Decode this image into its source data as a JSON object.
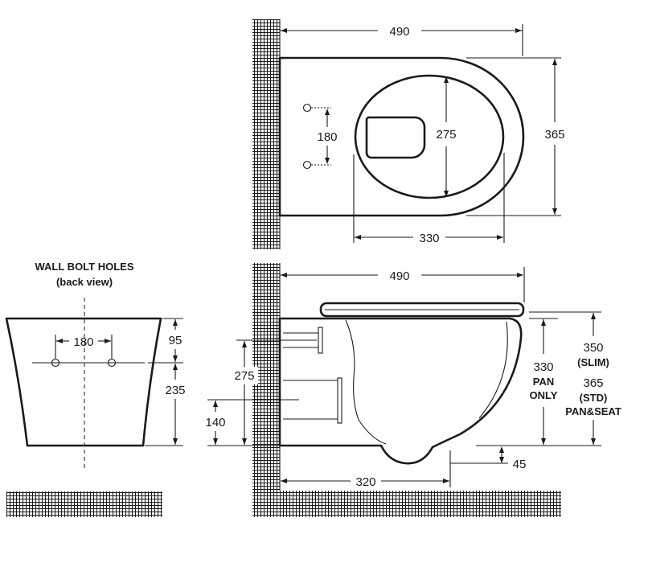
{
  "colors": {
    "line": "#1a1a1a",
    "background": "#ffffff"
  },
  "top_view": {
    "width": "490",
    "depth": "365",
    "inner_depth": "275",
    "bolt_spacing": "180",
    "seat_width": "330"
  },
  "back_view": {
    "title": "WALL BOLT HOLES",
    "subtitle": "(back view)",
    "bolt_spacing": "180",
    "top_to_bolts": "95",
    "bolts_to_floor": "235"
  },
  "side_view": {
    "width": "490",
    "inlet_height": "275",
    "outlet_height": "140",
    "pan_height": "330",
    "pan_only_line1": "PAN",
    "pan_only_line2": "ONLY",
    "slim_height": "350",
    "slim_label": "(SLIM)",
    "std_height": "365",
    "std_label": "(STD)",
    "pan_seat_label": "PAN&SEAT",
    "bottom_gap": "45",
    "outlet_distance": "320"
  }
}
